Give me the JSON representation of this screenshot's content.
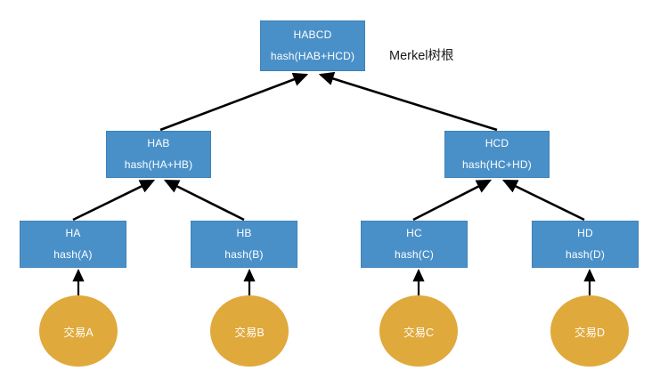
{
  "diagram": {
    "title_label": "Merkel树根",
    "colors": {
      "node_fill": "#4a90c8",
      "node_text": "#ffffff",
      "tx_fill": "#e0a93c",
      "tx_text": "#ffffff",
      "edge": "#000000",
      "background": "#ffffff",
      "label_text": "#1a1a1a"
    },
    "nodes": {
      "root": {
        "title": "HABCD",
        "hash": "hash(HAB+HCD)"
      },
      "hab": {
        "title": "HAB",
        "hash": "hash(HA+HB)"
      },
      "hcd": {
        "title": "HCD",
        "hash": "hash(HC+HD)"
      },
      "ha": {
        "title": "HA",
        "hash": "hash(A)"
      },
      "hb": {
        "title": "HB",
        "hash": "hash(B)"
      },
      "hc": {
        "title": "HC",
        "hash": "hash(C)"
      },
      "hd": {
        "title": "HD",
        "hash": "hash(D)"
      }
    },
    "transactions": [
      {
        "label": "交易A"
      },
      {
        "label": "交易B"
      },
      {
        "label": "交易C"
      },
      {
        "label": "交易D"
      }
    ]
  }
}
